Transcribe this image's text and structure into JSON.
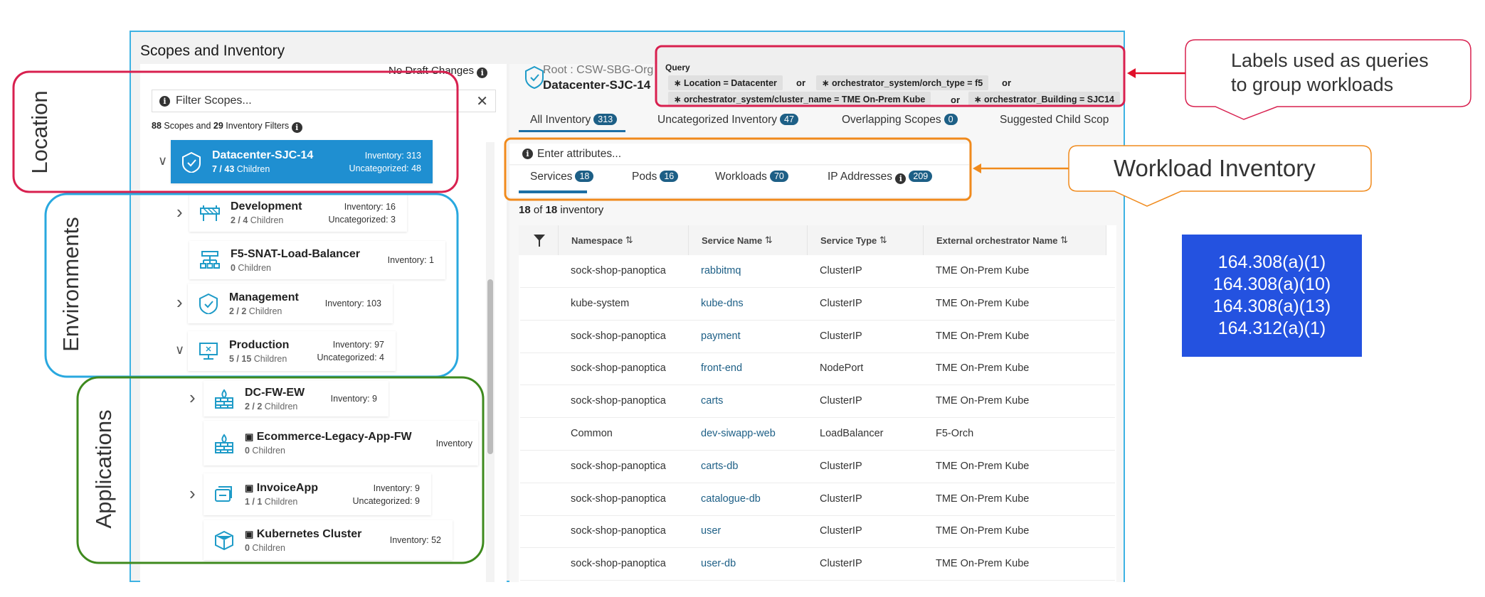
{
  "page": {
    "title": "Scopes and Inventory",
    "draft_status": "No Draft Changes"
  },
  "filter": {
    "placeholder": "Filter Scopes...",
    "scope_count": "88",
    "scopes_label": " Scopes and ",
    "filter_count": "29",
    "filters_label": " Inventory Filters"
  },
  "tree": [
    {
      "name": "Datacenter-SJC-14",
      "children": "7 / 43",
      "children_label": " Children",
      "inventory": "Inventory: 313",
      "uncategorized": "Uncategorized: 48",
      "icon": "shield-check-icon",
      "chevron": "down",
      "selected": true
    },
    {
      "name": "Development",
      "children": "2 / 4",
      "children_label": " Children",
      "inventory": "Inventory: 16",
      "uncategorized": "Uncategorized: 3",
      "icon": "barrier-icon",
      "chevron": "right"
    },
    {
      "name": "F5-SNAT-Load-Balancer",
      "children": "0",
      "children_label": " Children",
      "inventory": "Inventory: 1",
      "uncategorized": "",
      "icon": "load-balancer-icon",
      "chevron": ""
    },
    {
      "name": "Management",
      "children": "2 / 2",
      "children_label": " Children",
      "inventory": "Inventory: 103",
      "uncategorized": "",
      "icon": "shield-check-icon",
      "chevron": "right"
    },
    {
      "name": "Production",
      "children": "5 / 15",
      "children_label": " Children",
      "inventory": "Inventory: 97",
      "uncategorized": "Uncategorized: 4",
      "icon": "monitor-icon",
      "chevron": "down"
    },
    {
      "name": "DC-FW-EW",
      "children": "2 / 2",
      "children_label": " Children",
      "inventory": "Inventory: 9",
      "uncategorized": "",
      "icon": "firewall-icon",
      "chevron": "right"
    },
    {
      "name": "Ecommerce-Legacy-App-FW",
      "children": "0",
      "children_label": " Children",
      "inventory": "Inventory",
      "uncategorized": "",
      "icon": "firewall-icon",
      "chevron": "",
      "policy_marker": true
    },
    {
      "name": "InvoiceApp",
      "children": "1 / 1",
      "children_label": " Children",
      "inventory": "Inventory: 9",
      "uncategorized": "Uncategorized: 9",
      "icon": "app-icon",
      "chevron": "right",
      "policy_marker": true
    },
    {
      "name": "Kubernetes Cluster",
      "children": "0",
      "children_label": " Children",
      "inventory": "Inventory: 52",
      "uncategorized": "",
      "icon": "cube-icon",
      "chevron": "",
      "policy_marker": true
    }
  ],
  "header": {
    "root": "Root : CSW-SBG-Org",
    "scope": "Datacenter-SJC-14"
  },
  "query": {
    "label": "Query",
    "terms": [
      "∗ Location = Datacenter",
      "∗ orchestrator_system/orch_type = f5",
      "∗ orchestrator_system/cluster_name = TME On-Prem Kube",
      "∗ orchestrator_Building = SJC14"
    ],
    "joiner": "or"
  },
  "tabs": [
    {
      "label": "All Inventory",
      "count": "313",
      "active": true
    },
    {
      "label": "Uncategorized Inventory",
      "count": "47"
    },
    {
      "label": "Overlapping Scopes",
      "count": "0"
    },
    {
      "label": "Suggested Child Scop",
      "count": ""
    }
  ],
  "attributes": {
    "placeholder": "Enter attributes..."
  },
  "subtabs": [
    {
      "label": "Services",
      "count": "18",
      "active": true
    },
    {
      "label": "Pods",
      "count": "16"
    },
    {
      "label": "Workloads",
      "count": "70"
    },
    {
      "label": "IP Addresses",
      "count": "209",
      "info": true
    }
  ],
  "inventory_count": {
    "shown": "18",
    "of": " of ",
    "total": "18",
    "label": " inventory"
  },
  "table": {
    "columns": [
      "Namespace",
      "Service Name",
      "Service Type",
      "External orchestrator Name"
    ],
    "sort_glyph": "⇅",
    "rows": [
      [
        "sock-shop-panoptica",
        "rabbitmq",
        "ClusterIP",
        "TME On-Prem Kube"
      ],
      [
        "kube-system",
        "kube-dns",
        "ClusterIP",
        "TME On-Prem Kube"
      ],
      [
        "sock-shop-panoptica",
        "payment",
        "ClusterIP",
        "TME On-Prem Kube"
      ],
      [
        "sock-shop-panoptica",
        "front-end",
        "NodePort",
        "TME On-Prem Kube"
      ],
      [
        "sock-shop-panoptica",
        "carts",
        "ClusterIP",
        "TME On-Prem Kube"
      ],
      [
        "Common",
        "dev-siwapp-web",
        "LoadBalancer",
        "F5-Orch"
      ],
      [
        "sock-shop-panoptica",
        "carts-db",
        "ClusterIP",
        "TME On-Prem Kube"
      ],
      [
        "sock-shop-panoptica",
        "catalogue-db",
        "ClusterIP",
        "TME On-Prem Kube"
      ],
      [
        "sock-shop-panoptica",
        "user",
        "ClusterIP",
        "TME On-Prem Kube"
      ],
      [
        "sock-shop-panoptica",
        "user-db",
        "ClusterIP",
        "TME On-Prem Kube"
      ]
    ]
  },
  "annotations": {
    "location": "Location",
    "environments": "Environments",
    "applications": "Applications",
    "query_note": [
      "Labels used as queries",
      "to group workloads"
    ],
    "inventory_note": "Workload Inventory",
    "regulations": [
      "164.308(a)(1)",
      "164.308(a)(10)",
      "164.308(a)(13)",
      "164.312(a)(1)"
    ]
  },
  "colors": {
    "frame": "#3db2e3",
    "selected": "#1f8fd1",
    "badge": "#1d5f86",
    "location": "#d8204f",
    "environments": "#29a8df",
    "applications": "#3e8a1e",
    "inventory": "#f08a1c",
    "regulation_box": "#2452e0",
    "icon": "#1e9bc8"
  }
}
